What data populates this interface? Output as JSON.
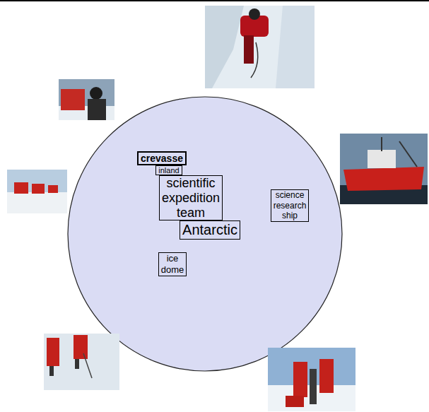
{
  "diagram": {
    "nodes": [
      {
        "text": [
          "crevasse"
        ]
      },
      {
        "text": [
          "inland"
        ]
      },
      {
        "text": [
          "scientific expedition team"
        ]
      },
      {
        "text": [
          "science research ship"
        ]
      },
      {
        "text": [
          "Antarctic"
        ]
      },
      {
        "text": [
          "ice dome"
        ]
      }
    ]
  }
}
